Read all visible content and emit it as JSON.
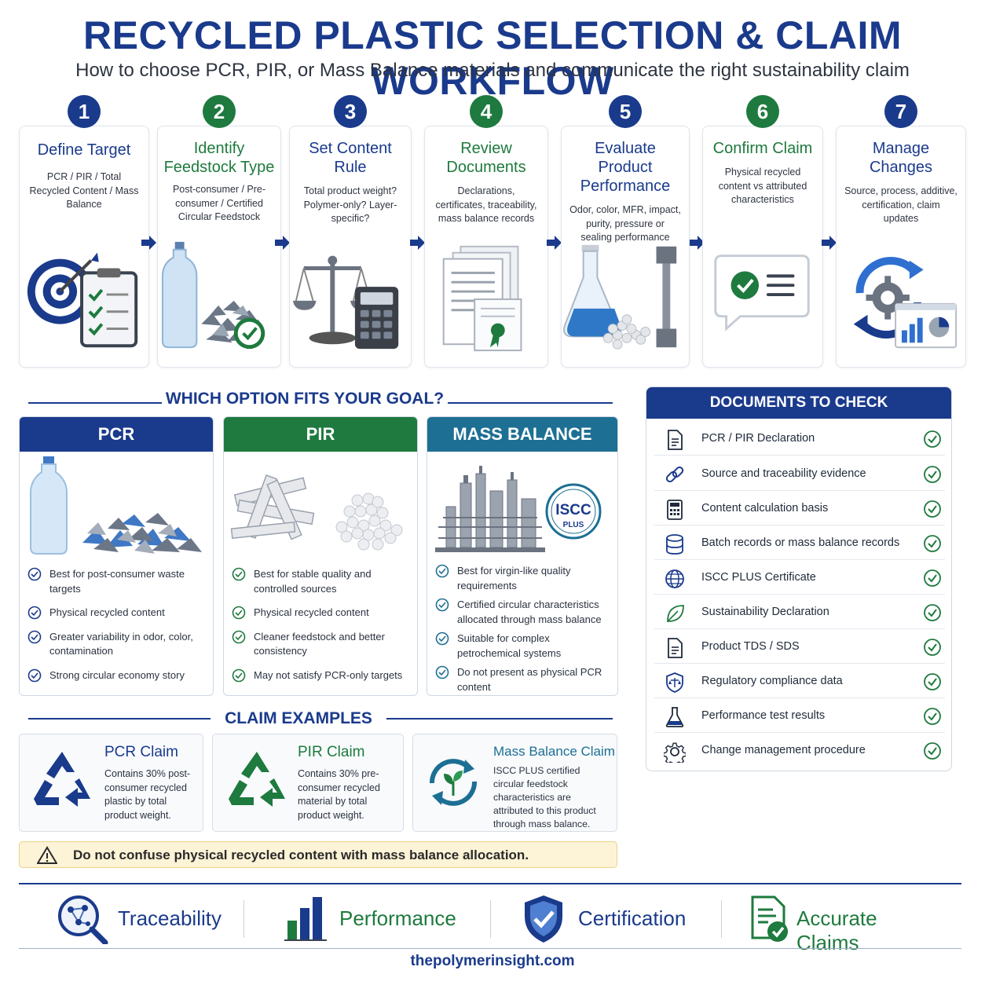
{
  "header": {
    "title": "RECYCLED PLASTIC SELECTION & CLAIM WORKFLOW",
    "subtitle": "How to choose PCR, PIR, or Mass Balance materials and communicate the right sustainability claim"
  },
  "steps": [
    {
      "num": "1",
      "title": "Define Target",
      "desc": "PCR / PIR / Total Recycled Content / Mass Balance",
      "color": "#1a3a8c"
    },
    {
      "num": "2",
      "title": "Identify Feedstock Type",
      "desc": "Post-consumer / Pre-consumer / Certified Circular Feedstock",
      "color": "#1e7a3e"
    },
    {
      "num": "3",
      "title": "Set Content Rule",
      "desc": "Total product weight? Polymer-only? Layer-specific?",
      "color": "#1a3a8c"
    },
    {
      "num": "4",
      "title": "Review Documents",
      "desc": "Declarations, certificates, traceability, mass balance records",
      "color": "#1e7a3e"
    },
    {
      "num": "5",
      "title": "Evaluate Product Performance",
      "desc": "Odor, color, MFR, impact, purity, pressure or sealing performance",
      "color": "#1a3a8c"
    },
    {
      "num": "6",
      "title": "Confirm Claim",
      "desc": "Physical recycled content vs attributed characteristics",
      "color": "#1e7a3e"
    },
    {
      "num": "7",
      "title": "Manage Changes",
      "desc": "Source, process, additive, certification, claim updates",
      "color": "#1a3a8c"
    }
  ],
  "options": {
    "heading": "WHICH OPTION FITS YOUR GOAL?",
    "items": [
      {
        "label": "PCR",
        "color": "#1a3a8c",
        "points": [
          "Best for post-consumer waste targets",
          "Physical recycled content",
          "Greater variability in odor, color, contamination",
          "Strong circular economy story"
        ]
      },
      {
        "label": "PIR",
        "color": "#1e7a3e",
        "points": [
          "Best for stable quality and controlled sources",
          "Physical recycled content",
          "Cleaner feedstock and better consistency",
          "May not satisfy PCR-only targets"
        ]
      },
      {
        "label": "MASS BALANCE",
        "color": "#1d6f93",
        "badge_main": "ISCC",
        "badge_sub": "PLUS",
        "points": [
          "Best for virgin-like quality requirements",
          "Certified circular characteristics allocated through mass balance",
          "Suitable for complex petrochemical systems",
          "Do not present as physical PCR content"
        ]
      }
    ]
  },
  "claims": {
    "heading": "CLAIM EXAMPLES",
    "items": [
      {
        "title": "PCR Claim",
        "text": "Contains 30% post-consumer recycled plastic by total product weight."
      },
      {
        "title": "PIR Claim",
        "text": "Contains 30% pre-consumer recycled material by total product weight."
      },
      {
        "title": "Mass Balance Claim",
        "text": "ISCC PLUS certified circular feedstock characteristics are attributed to this product through mass balance."
      }
    ],
    "warning": "Do not confuse physical recycled content with mass balance allocation."
  },
  "documents": {
    "heading": "DOCUMENTS TO CHECK",
    "items": [
      {
        "label": "PCR / PIR Declaration",
        "icon": "document-icon"
      },
      {
        "label": "Source and traceability evidence",
        "icon": "link-icon"
      },
      {
        "label": "Content calculation basis",
        "icon": "calculator-icon"
      },
      {
        "label": "Batch records or mass balance records",
        "icon": "database-icon"
      },
      {
        "label": "ISCC PLUS Certificate",
        "icon": "globe-icon"
      },
      {
        "label": "Sustainability Declaration",
        "icon": "leaf-icon"
      },
      {
        "label": "Product TDS / SDS",
        "icon": "document-icon"
      },
      {
        "label": "Regulatory compliance data",
        "icon": "shield-icon"
      },
      {
        "label": "Performance test results",
        "icon": "flask-icon"
      },
      {
        "label": "Change management procedure",
        "icon": "gear-icon"
      }
    ]
  },
  "footer": {
    "pillars": [
      {
        "label": "Traceability",
        "icon": "magnifier-network-icon"
      },
      {
        "label": "Performance",
        "icon": "bar-chart-icon"
      },
      {
        "label": "Certification",
        "icon": "shield-check-icon"
      },
      {
        "label": "Accurate Claims",
        "icon": "document-check-icon"
      }
    ],
    "site": "thepolymerinsight.com"
  },
  "colors": {
    "primary": "#1a3a8c",
    "green": "#1e7a3e",
    "teal": "#1d6f93",
    "warning_bg": "#fdf3d6"
  }
}
